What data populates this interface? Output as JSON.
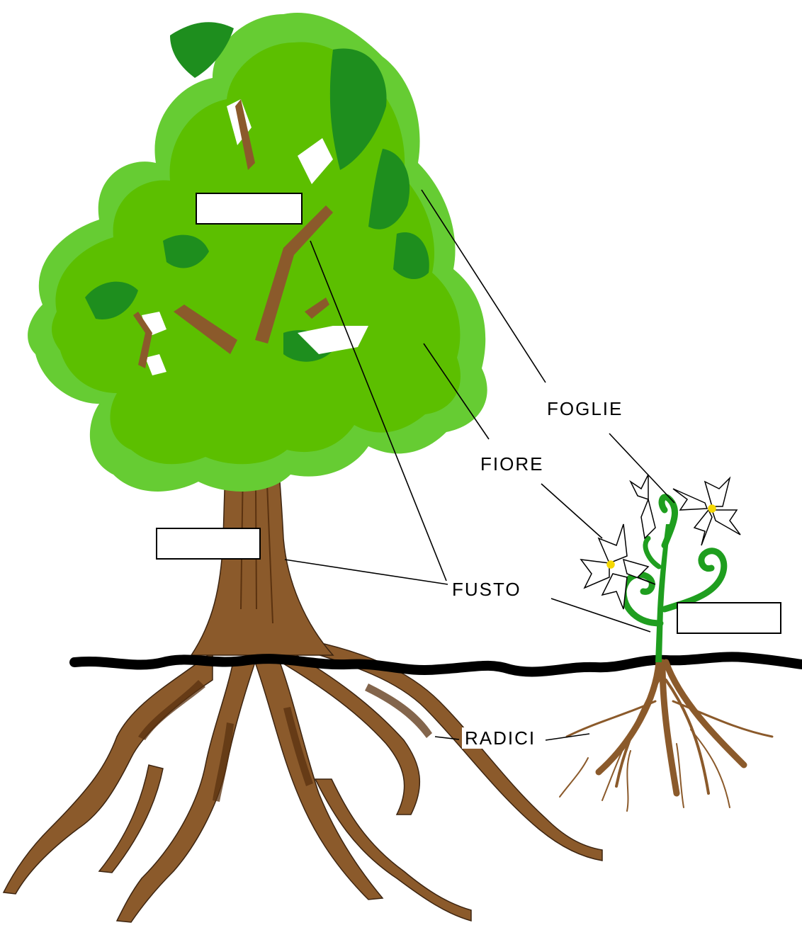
{
  "labels": {
    "foglie": "FOGLIE",
    "fiore": "FIORE",
    "fusto": "FUSTO",
    "radici": "RADICI"
  },
  "blank_boxes": [
    "",
    "",
    ""
  ],
  "colors": {
    "foliage_light": "#66CC33",
    "foliage_mid": "#5CBF00",
    "foliage_dark": "#1E8E1E",
    "bark": "#8B5A2B",
    "bark_dark": "#5A3210",
    "ground": "#000000",
    "lily_stem": "#1F9E1F",
    "lily_center": "#F5D800"
  }
}
